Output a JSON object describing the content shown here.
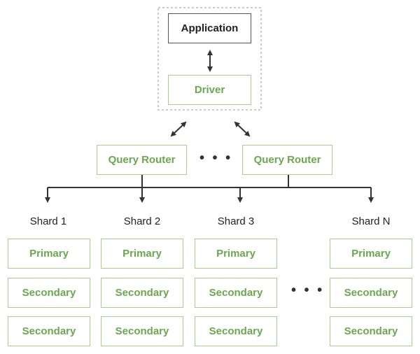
{
  "application": {
    "label": "Application"
  },
  "driver": {
    "label": "Driver"
  },
  "query_routers": [
    {
      "label": "Query Router"
    },
    {
      "label": "Query Router"
    }
  ],
  "router_separator": "• • •",
  "shards": [
    {
      "label": "Shard 1",
      "primary": "Primary",
      "secondaries": [
        "Secondary",
        "Secondary"
      ]
    },
    {
      "label": "Shard 2",
      "primary": "Primary",
      "secondaries": [
        "Secondary",
        "Secondary"
      ]
    },
    {
      "label": "Shard 3",
      "primary": "Primary",
      "secondaries": [
        "Secondary",
        "Secondary"
      ]
    },
    {
      "label": "Shard N",
      "primary": "Primary",
      "secondaries": [
        "Secondary",
        "Secondary"
      ]
    }
  ],
  "shard_separator": "• • •",
  "colors": {
    "accent": "#6aa84f",
    "border": "#a6cf8b",
    "line": "#333333",
    "dashed": "#bbbbbb"
  }
}
